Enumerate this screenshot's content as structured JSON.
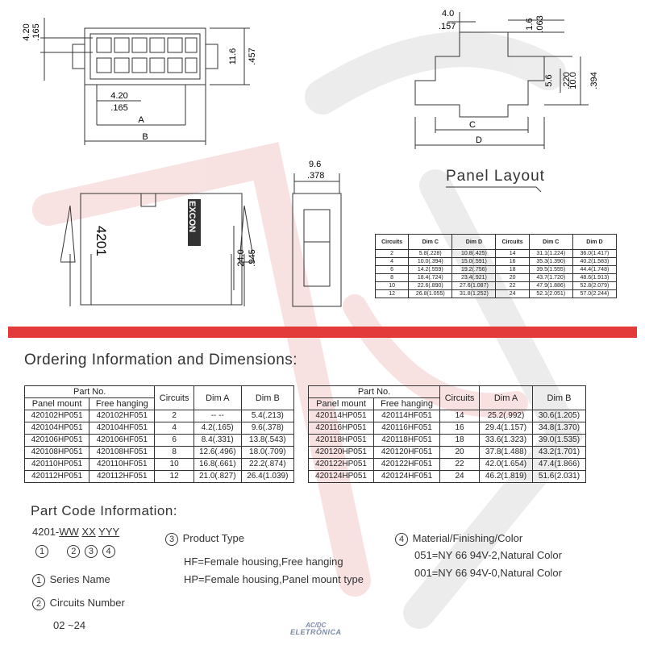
{
  "brand": {
    "logo_text": "EXCON",
    "part_marking": "4201"
  },
  "dimensions": {
    "top_left": [
      "4.20",
      ".165",
      "11.6",
      ".457",
      "4.20",
      ".165",
      "A",
      "B"
    ],
    "top_right": [
      "4.0",
      ".157",
      "1.6",
      ".063",
      "5.6",
      ".220",
      "10.0",
      ".394",
      "C",
      "D"
    ],
    "side": [
      "9.6",
      ".378",
      "24.0",
      ".945"
    ]
  },
  "panel_layout": {
    "title": "Panel Layout",
    "headers": [
      "Circuits",
      "Dim C",
      "Dim D",
      "Circuits",
      "Dim C",
      "Dim D"
    ],
    "rows": [
      [
        "2",
        "5.8(.228)",
        "10.8(.425)",
        "14",
        "31.1(1.224)",
        "36.0(1.417)"
      ],
      [
        "4",
        "10.0(.394)",
        "15.0(.591)",
        "16",
        "35.3(1.390)",
        "40.2(1.583)"
      ],
      [
        "6",
        "14.2(.559)",
        "19.2(.756)",
        "18",
        "39.5(1.555)",
        "44.4(1.748)"
      ],
      [
        "8",
        "18.4(.724)",
        "23.4(.921)",
        "20",
        "43.7(1.720)",
        "48.6(1.913)"
      ],
      [
        "10",
        "22.6(.890)",
        "27.6(1.087)",
        "22",
        "47.9(1.886)",
        "52.8(2.079)"
      ],
      [
        "12",
        "26.8(1.055)",
        "31.8(1.252)",
        "24",
        "52.1(2.051)",
        "57.0(2.244)"
      ]
    ]
  },
  "ordering": {
    "title": "Ordering Information and Dimensions:",
    "headers": {
      "part_no": "Part No.",
      "panel_mount": "Panel mount",
      "free_hanging": "Free hanging",
      "circuits": "Circuits",
      "dim_a": "Dim A",
      "dim_b": "Dim B"
    },
    "left_rows": [
      [
        "420102HP051",
        "420102HF051",
        "2",
        "--    --",
        "5.4(.213)"
      ],
      [
        "420104HP051",
        "420104HF051",
        "4",
        "4.2(.165)",
        "9.6(.378)"
      ],
      [
        "420106HP051",
        "420106HF051",
        "6",
        "8.4(.331)",
        "13.8(.543)"
      ],
      [
        "420108HP051",
        "420108HF051",
        "8",
        "12.6(.496)",
        "18.0(.709)"
      ],
      [
        "420110HP051",
        "420110HF051",
        "10",
        "16.8(.661)",
        "22.2(.874)"
      ],
      [
        "420112HP051",
        "420112HF051",
        "12",
        "21.0(.827)",
        "26.4(1.039)"
      ]
    ],
    "right_rows": [
      [
        "420114HP051",
        "420114HF051",
        "14",
        "25.2(.992)",
        "30.6(1.205)"
      ],
      [
        "420116HP051",
        "420116HF051",
        "16",
        "29.4(1.157)",
        "34.8(1.370)"
      ],
      [
        "420118HP051",
        "420118HF051",
        "18",
        "33.6(1.323)",
        "39.0(1.535)"
      ],
      [
        "420120HP051",
        "420120HF051",
        "20",
        "37.8(1.488)",
        "43.2(1.701)"
      ],
      [
        "420122HP051",
        "420122HF051",
        "22",
        "42.0(1.654)",
        "47.4(1.866)"
      ],
      [
        "420124HP051",
        "420124HF051",
        "24",
        "46.2(1.819)",
        "51.6(2.031)"
      ]
    ]
  },
  "part_code": {
    "title": "Part Code Information:",
    "code": {
      "series": "4201-",
      "ww": "WW",
      "xx": "XX",
      "yyy": "YYY"
    },
    "circles": [
      "1",
      "2",
      "3",
      "4"
    ],
    "items": [
      {
        "num": "1",
        "label": "Series Name"
      },
      {
        "num": "2",
        "label": "Circuits Number",
        "detail": "02 ~24"
      },
      {
        "num": "3",
        "label": "Product Type",
        "lines": [
          "HF=Female housing,Free hanging",
          "HP=Female housing,Panel mount type"
        ]
      },
      {
        "num": "4",
        "label": "Material/Finishing/Color",
        "lines": [
          "051=NY 66 94V-2,Natural Color",
          "001=NY 66 94V-0,Natural Color"
        ]
      }
    ]
  },
  "watermark": {
    "line1": "AC/DC",
    "line2": "ELETRÔNICA"
  },
  "colors": {
    "accent_red": "#e33a3a",
    "ink": "#222222"
  }
}
